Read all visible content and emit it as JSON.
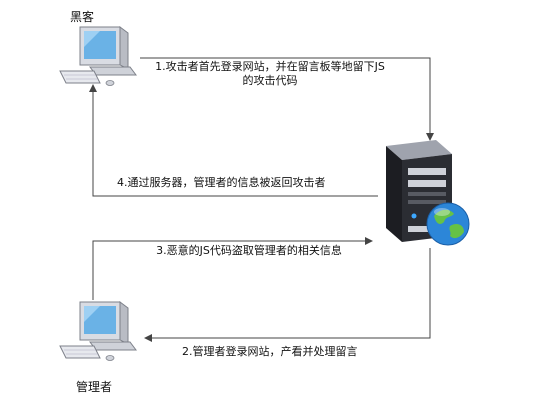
{
  "nodes": {
    "hacker": {
      "label": "黑客"
    },
    "admin": {
      "label": "管理者"
    }
  },
  "steps": [
    {
      "text": "1.攻击者首先登录网站，并在留言板等地留下JS的攻击代码"
    },
    {
      "text": "2.管理者登录网站，产看并处理留言"
    },
    {
      "text": "3.恶意的JS代码盗取管理者的相关信息"
    },
    {
      "text": "4.通过服务器，管理者的信息被返回攻击者"
    }
  ],
  "colors": {
    "line": "#444444",
    "screen": "#6ab2e6",
    "case": "#d9dce3",
    "server": "#2b2d33",
    "globe_water": "#2c86d8",
    "globe_land": "#66c246"
  }
}
